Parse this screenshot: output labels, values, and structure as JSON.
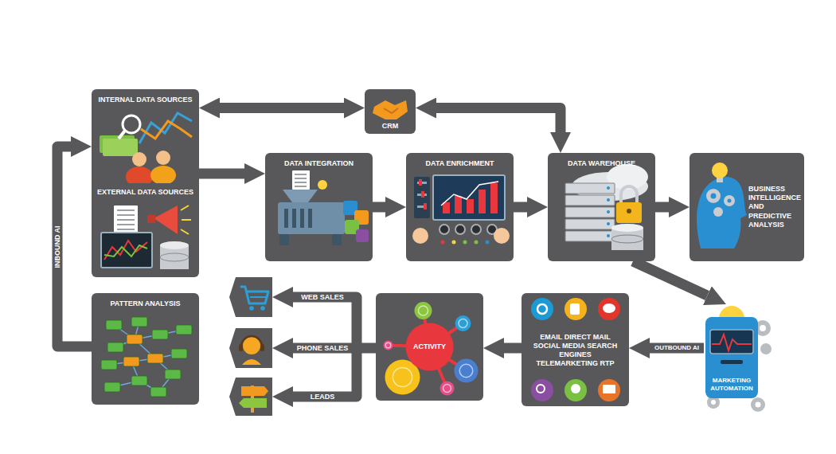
{
  "diagram": {
    "nodes": [
      {
        "text": [
          "INTERNAL DATA SOURCES"
        ]
      },
      {
        "text": [
          "EXTERNAL DATA SOURCES"
        ]
      },
      {
        "text": [
          "CRM"
        ]
      },
      {
        "text": [
          "DATA INTEGRATION"
        ]
      },
      {
        "text": [
          "DATA ENRICHMENT"
        ]
      },
      {
        "text": [
          "DATA WAREHOUSE"
        ]
      },
      {
        "text": [
          "BUSINESS INTELLIGENCE AND PREDICTIVE ANALYSIS"
        ]
      },
      {
        "text": [
          "PATTERN ANALYSIS"
        ]
      },
      {
        "text": [
          "ACTIVITY"
        ]
      },
      {
        "text": [
          "EMAIL DIRECT MAIL SOCIAL MEDIA SEARCH ENGINES TELEMARKETING RTP"
        ]
      },
      {
        "text": [
          "MARKETING AUTOMATION"
        ]
      }
    ],
    "edges": [
      {
        "from": 0,
        "to": 2,
        "arrow": "both"
      },
      {
        "from": 2,
        "to": 5,
        "arrow": "both"
      },
      {
        "from": 0,
        "to": 3,
        "arrow": "to"
      },
      {
        "from": 3,
        "to": 4,
        "arrow": "to"
      },
      {
        "from": 4,
        "to": 5,
        "arrow": "to"
      },
      {
        "from": 5,
        "to": 6,
        "arrow": "to"
      },
      {
        "from": 5,
        "to": 10,
        "arrow": "to"
      },
      {
        "from": 10,
        "to": 9,
        "label": "OUTBOUND AI",
        "arrow": "to"
      },
      {
        "from": 9,
        "to": 8,
        "arrow": "to"
      },
      {
        "from": 7,
        "to": 0,
        "label": "INBOUND AI",
        "arrow": "to"
      }
    ],
    "labels": [
      "WEB SALES",
      "PHONE SALES",
      "LEADS"
    ]
  }
}
